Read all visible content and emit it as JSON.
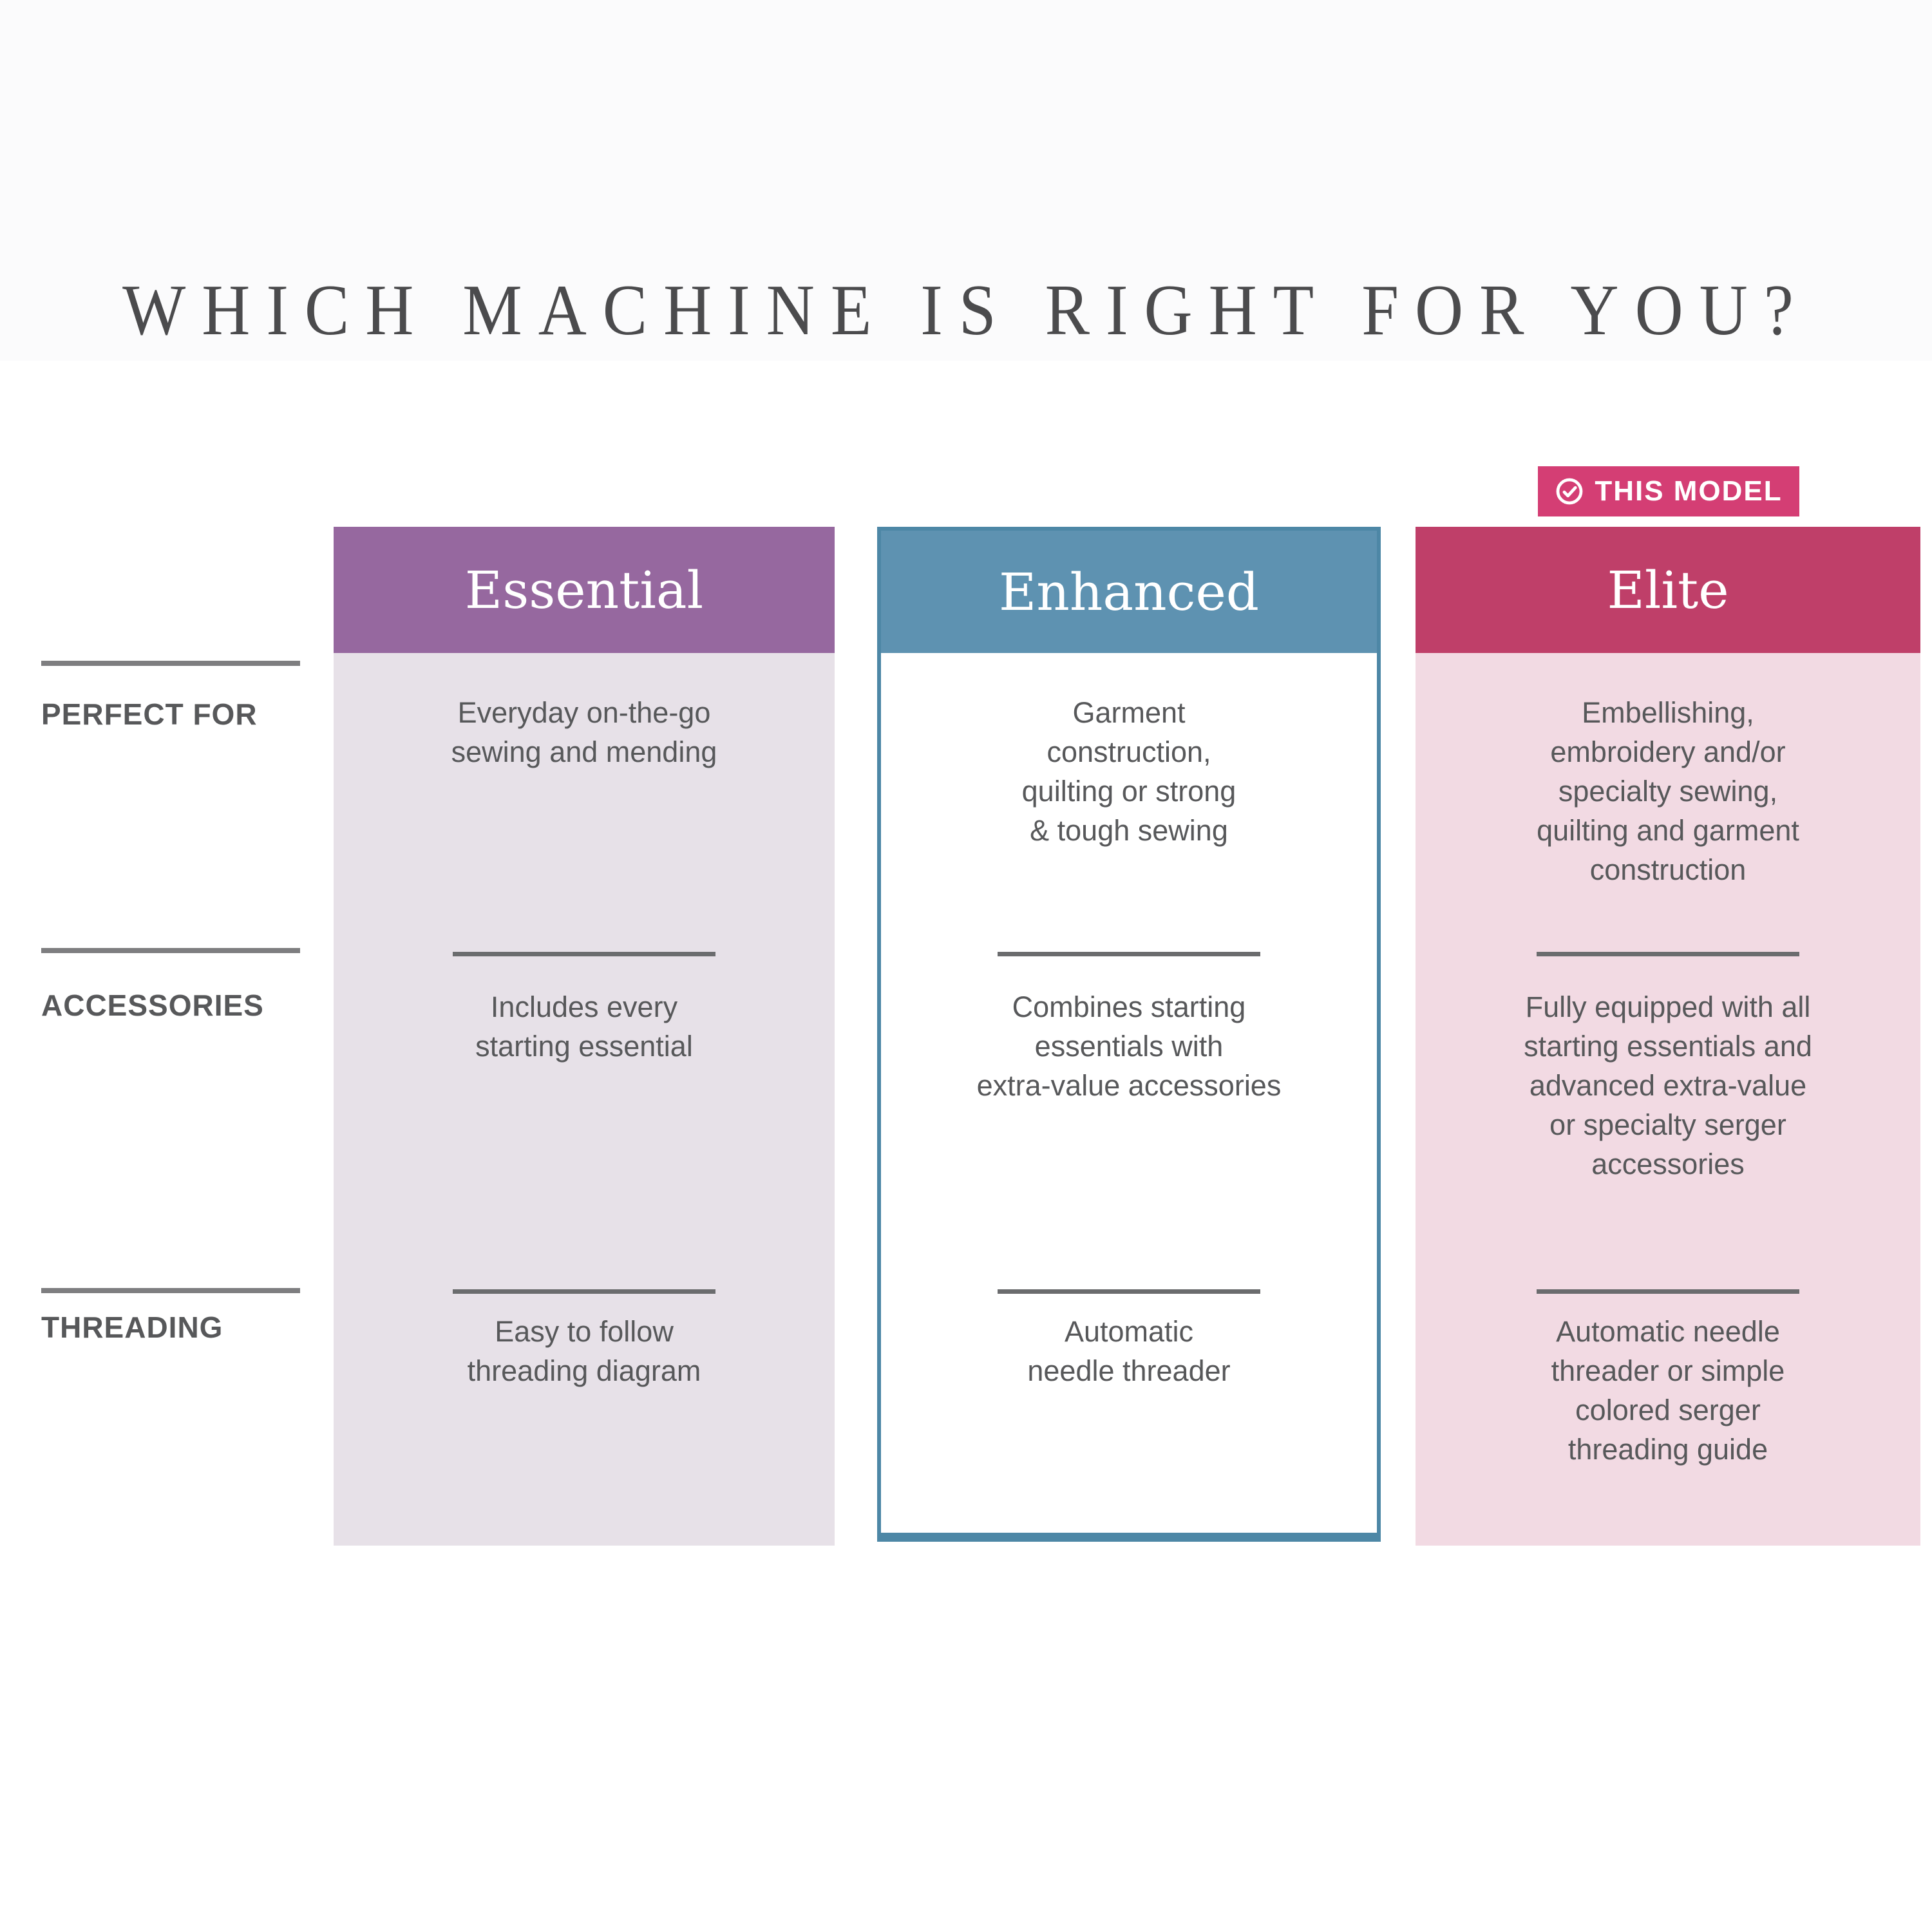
{
  "title": "WHICH MACHINE IS RIGHT FOR YOU?",
  "badge": {
    "label": "THIS MODEL",
    "icon": "check-circle",
    "background": "#d43e74",
    "applies_to": "Elite"
  },
  "row_labels": [
    {
      "label": "PERFECT FOR"
    },
    {
      "label": "ACCESSORIES"
    },
    {
      "label": "THREADING"
    }
  ],
  "columns": [
    {
      "name": "Essential",
      "header_color": "#96689f",
      "body_color": "#e7e1e8",
      "highlighted": false,
      "perfect_for": "Everyday on-the-go\nsewing and mending",
      "accessories": "Includes every\nstarting essential",
      "threading": "Easy to follow\nthreading diagram"
    },
    {
      "name": "Enhanced",
      "header_color": "#5e92b1",
      "body_color": "#ffffff",
      "border_color": "#4d87a6",
      "highlighted": false,
      "perfect_for": "Garment\nconstruction,\nquilting or strong\n& tough sewing",
      "accessories": "Combines starting\nessentials with\nextra-value accessories",
      "threading": "Automatic\nneedle threader"
    },
    {
      "name": "Elite",
      "header_color": "#bf3f69",
      "body_color": "#f2dae3",
      "highlighted": true,
      "perfect_for": "Embellishing,\nembroidery and/or\nspecialty sewing,\nquilting and garment\nconstruction",
      "accessories": "Fully equipped with all\nstarting essentials and\nadvanced extra-value\nor specialty serger\naccessories",
      "threading": "Automatic needle\nthreader or simple\ncolored serger\nthreading guide"
    }
  ],
  "chart_data": {
    "type": "table",
    "title": "WHICH MACHINE IS RIGHT FOR YOU?",
    "columns": [
      "Essential",
      "Enhanced",
      "Elite"
    ],
    "row_headers": [
      "PERFECT FOR",
      "ACCESSORIES",
      "THREADING"
    ],
    "cells": [
      [
        "Everyday on-the-go sewing and mending",
        "Garment construction, quilting or strong & tough sewing",
        "Embellishing, embroidery and/or specialty sewing, quilting and garment construction"
      ],
      [
        "Includes every starting essential",
        "Combines starting essentials with extra-value accessories",
        "Fully equipped with all starting essentials and advanced extra-value or specialty serger accessories"
      ],
      [
        "Easy to follow threading diagram",
        "Automatic needle threader",
        "Automatic needle threader or simple colored serger threading guide"
      ]
    ],
    "annotations": [
      "THIS MODEL badge marks the Elite column"
    ],
    "legend_position": "none",
    "grid": false
  }
}
